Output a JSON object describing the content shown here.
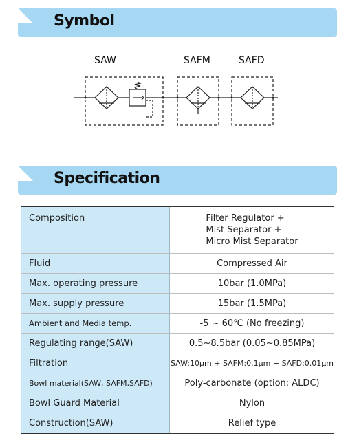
{
  "symbol_section": {
    "title": "Symbol"
  },
  "symbols": {
    "saw": "SAW",
    "safm": "SAFM",
    "safd": "SAFD"
  },
  "spec_section": {
    "title": "Specification"
  },
  "spec_rows": [
    {
      "label": "Composition",
      "value_lines": [
        "Filter Regulator +",
        "Mist Separator +",
        "Micro Mist Separator"
      ]
    },
    {
      "label": "Fluid",
      "value": "Compressed Air"
    },
    {
      "label": "Max. operating pressure",
      "value": "10bar (1.0MPa)"
    },
    {
      "label": "Max. supply pressure",
      "value": "15bar (1.5MPa)"
    },
    {
      "label": "Ambient and Media temp.",
      "value": "-5 ~ 60℃ (No freezing)"
    },
    {
      "label": "Regulating range(SAW)",
      "value": "0.5~8.5bar (0.05~0.85MPa)"
    },
    {
      "label": "Filtration",
      "value": "SAW:10μm + SAFM:0.1μm + SAFD:0.01μm"
    },
    {
      "label": "Bowl material(SAW, SAFM,SAFD)",
      "value": "Poly-carbonate (option: ALDC)"
    },
    {
      "label": "Bowl Guard Material",
      "value": "Nylon"
    },
    {
      "label": "Construction(SAW)",
      "value": "Relief type"
    }
  ]
}
